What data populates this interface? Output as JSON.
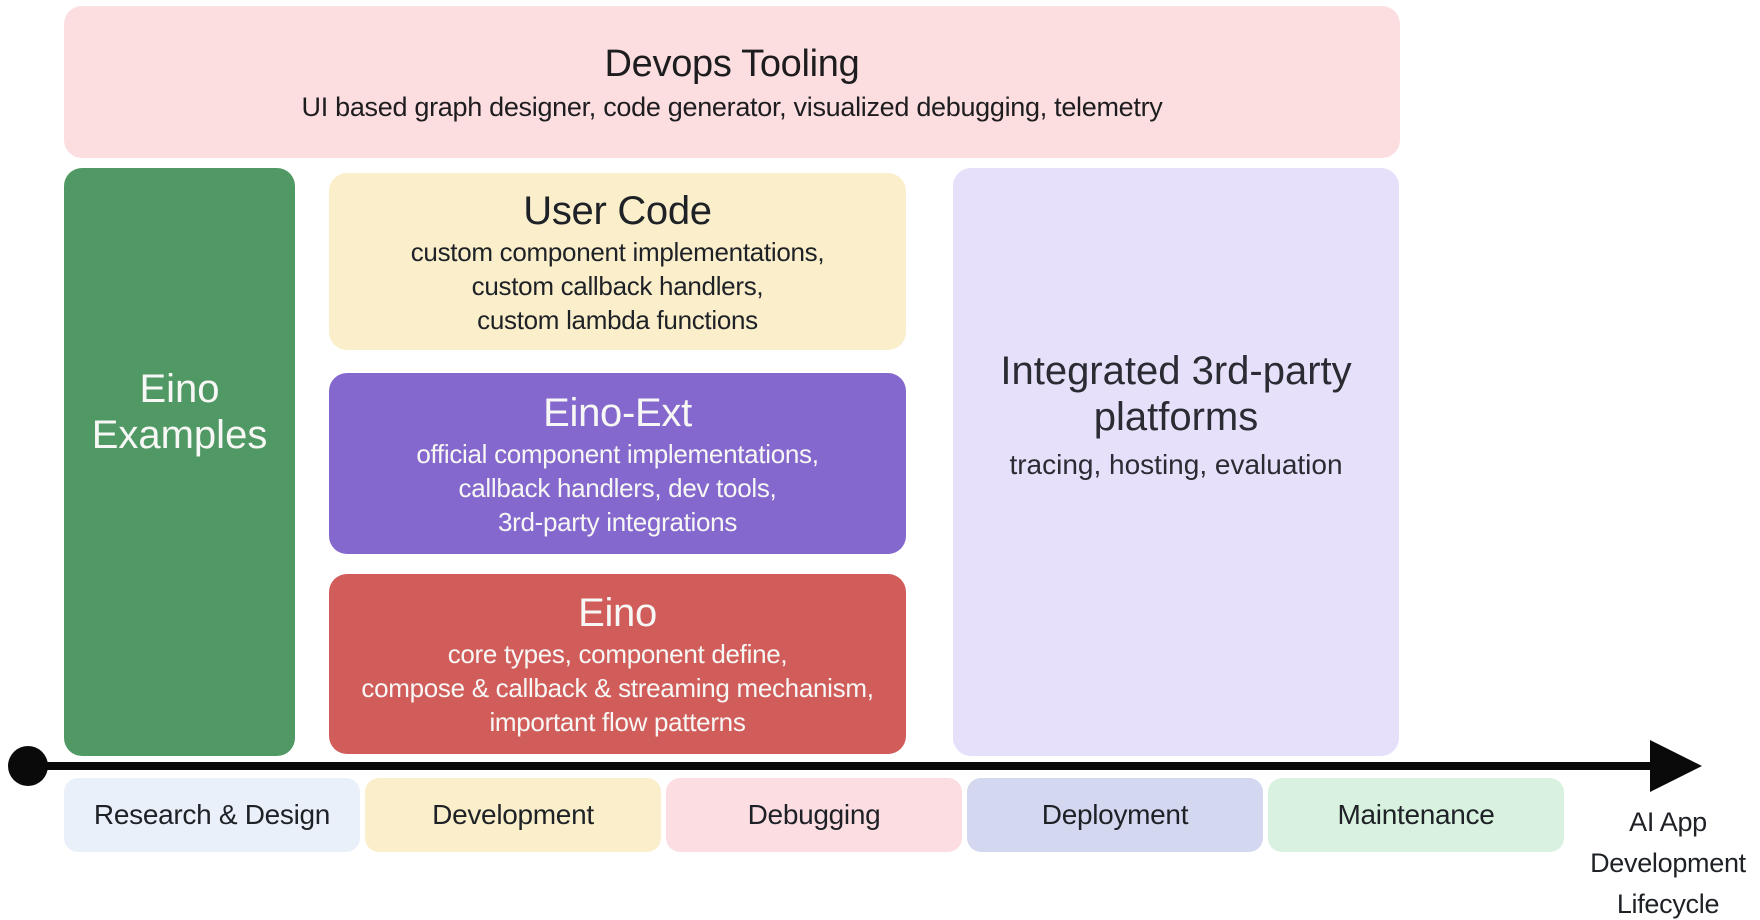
{
  "devops_tooling": {
    "title": "Devops Tooling",
    "subtitle": "UI based graph designer, code generator, visualized debugging, telemetry",
    "bg": "#FCDEE0"
  },
  "eino_examples": {
    "title": "Eino Examples",
    "bg": "#509964",
    "text_color": "#F7F7F5"
  },
  "user_code": {
    "title": "User Code",
    "lines": [
      "custom component implementations,",
      "custom callback handlers,",
      "custom lambda functions"
    ],
    "bg": "#FAEECB"
  },
  "eino_ext": {
    "title": "Eino-Ext",
    "lines": [
      "official component implementations,",
      "callback handlers, dev tools,",
      "3rd-party integrations"
    ],
    "bg": "#8568CD",
    "text_color": "#F7F7F5"
  },
  "eino": {
    "title": "Eino",
    "lines": [
      "core types, component define,",
      "compose & callback & streaming mechanism,",
      "important flow patterns"
    ],
    "bg": "#D15D5B",
    "text_color": "#F7F7F5"
  },
  "integrated_platforms": {
    "title": "Integrated 3rd-party platforms",
    "subtitle": "tracing, hosting, evaluation",
    "bg": "#E7E0FA"
  },
  "lifecycle": {
    "arrow_color": "#0A0A0A",
    "stages": [
      {
        "label": "Research & Design",
        "color": "#EAF0F9"
      },
      {
        "label": "Development",
        "color": "#FAEFCA"
      },
      {
        "label": "Debugging",
        "color": "#FCDEE2"
      },
      {
        "label": "Deployment",
        "color": "#D3D8F0"
      },
      {
        "label": "Maintenance",
        "color": "#D9F2E0"
      }
    ],
    "axis_label_lines": [
      "AI App",
      "Development",
      "Lifecycle"
    ]
  }
}
